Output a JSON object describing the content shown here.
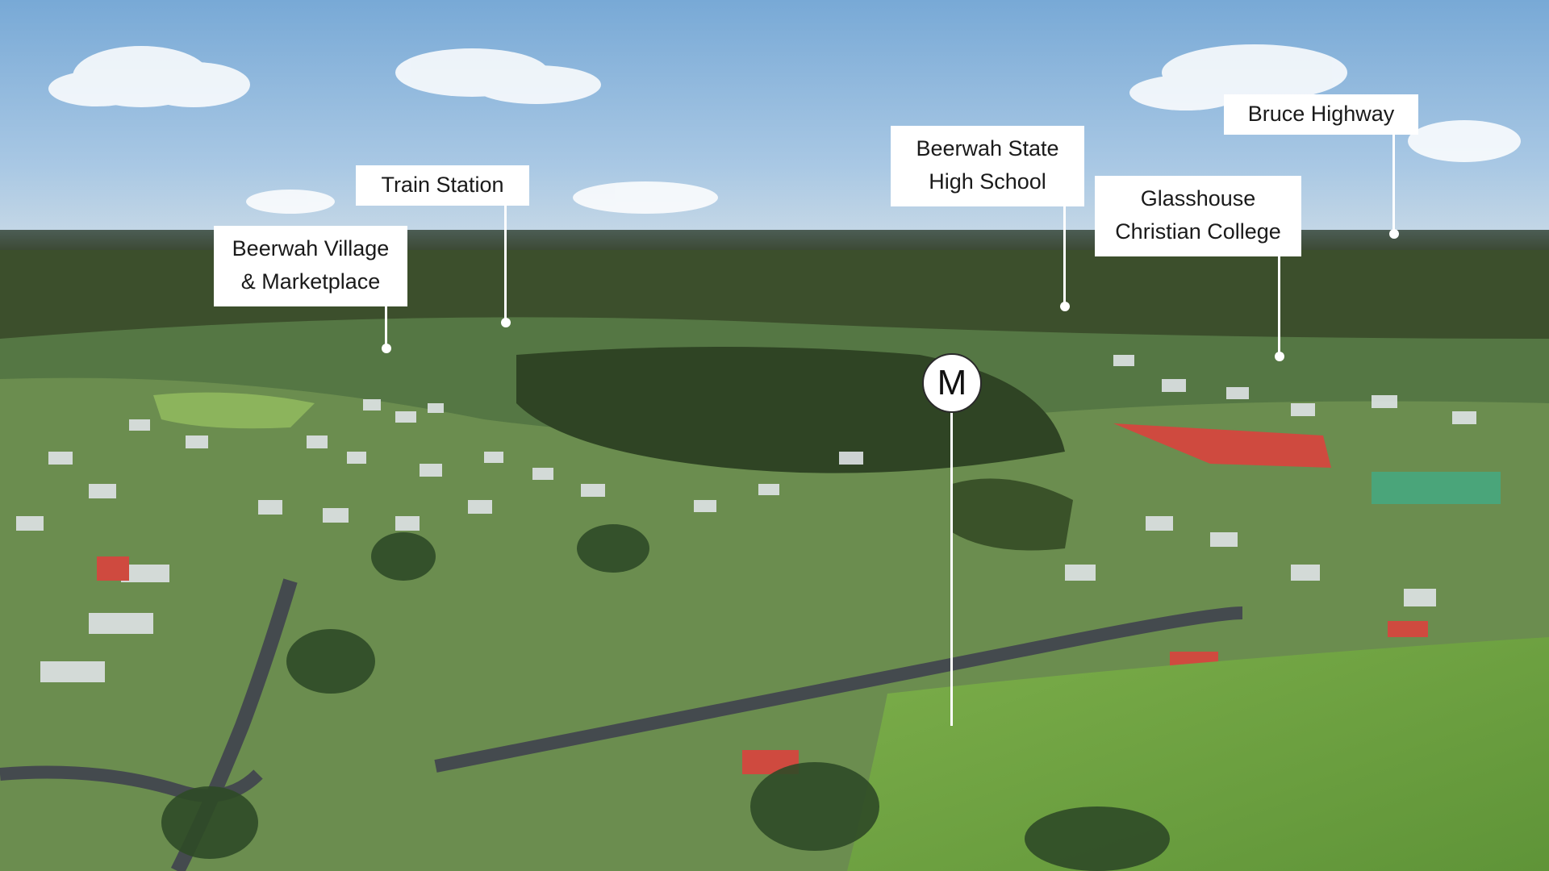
{
  "callouts": [
    {
      "id": "beerwah-village",
      "line1": "Beerwah  Village",
      "line2": "& Marketplace"
    },
    {
      "id": "train-station",
      "line1": "Train Station"
    },
    {
      "id": "high-school",
      "line1": "Beerwah State",
      "line2": "High School"
    },
    {
      "id": "glasshouse-college",
      "line1": "Glasshouse",
      "line2": "Christian College"
    },
    {
      "id": "bruce-highway",
      "line1": "Bruce Highway"
    }
  ],
  "marker": {
    "label": "M"
  },
  "colors": {
    "sky": "#8db8dd",
    "trees": "#3d5530",
    "grass": "#6fa049",
    "roofs_light": "#e6e8ea",
    "roofs_red": "#cf4a3f",
    "label_bg": "#ffffff"
  }
}
